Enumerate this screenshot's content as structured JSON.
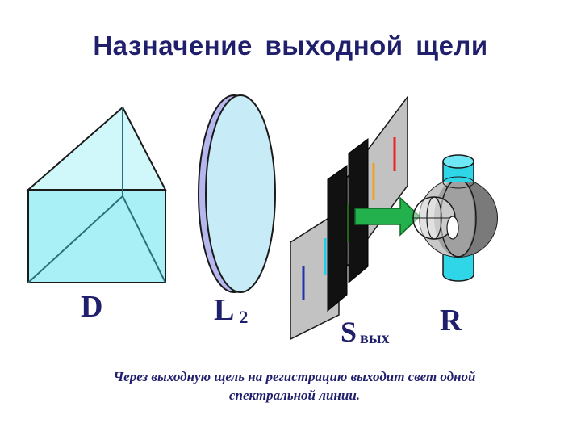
{
  "title": "Назначение  выходной  щели",
  "labels": {
    "prism": "D",
    "lens": "L",
    "lens_sub": "2",
    "slit": "S",
    "slit_sub": "вых",
    "receiver": "R"
  },
  "caption": {
    "line1": "Через выходную щель на регистрацию выходит свет одной",
    "line2": "спектральной линии."
  },
  "colors": {
    "prism_fill": "#a8f0f5",
    "lens_fill": "#c7ecf7",
    "lens_rim": "#b7b7f0",
    "plate_fill": "#bdbdbd",
    "arrow": "#22b14c",
    "receiver_cyan": "#2fd6e8",
    "receiver_gray": "#9a9a9a",
    "text": "#1f1f6b"
  }
}
